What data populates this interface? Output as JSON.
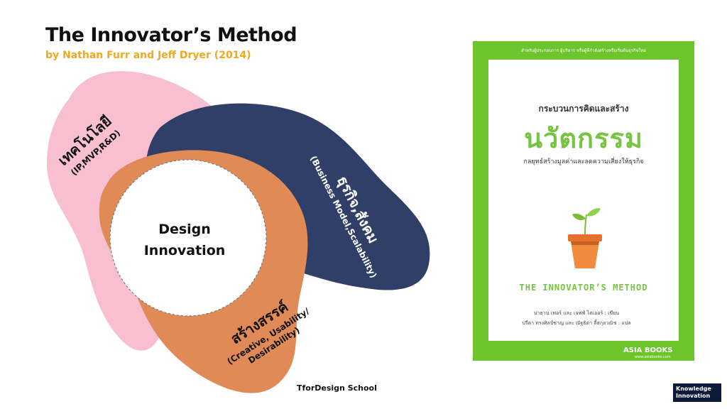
{
  "header": {
    "title": "The Innovator’s Method",
    "subtitle": "by Nathan Furr and Jeff Dryer (2014)"
  },
  "diagram": {
    "center": [
      "Design",
      "Innovation"
    ],
    "technology": {
      "label": "เทคโนโลยี",
      "sub": "(IP,MVP,R&D)"
    },
    "business": {
      "label": "ธุรกิจ,สังคม",
      "sub": "(Business Model,Scalability)"
    },
    "creative": {
      "label": "สร้างสรรค์",
      "sub1": "(Creative, Usability/",
      "sub2": "Desirability)"
    },
    "colors": {
      "technology": "#f7bfd0",
      "business": "#2f3f68",
      "creative": "#e08a58"
    }
  },
  "source": "TforDesign School",
  "book": {
    "top_blurb": "สำหรับผู้ประกอบการ ผู้บริหาร หรือผู้ที่กำลังสร้างหรือเริ่มต้นธุรกิจใหม่",
    "kicker": "กระบวนการคิดและสร้าง",
    "title": "นวัตกรรม",
    "tagline": "กลยุทธ์สร้างมูลค่าและลดความเสี่ยงให้ธุรกิจ",
    "english_title": "THE INNOVATOR’S METHOD",
    "credit_authors": "นาธาน เฟอร์ และ เจฟฟ์ ไดเออร์ : เขียน",
    "credit_translators": "ปรีดา ทรงศิลป์ชาญ และ ณัฐธิดา ลี้สกุลวณิช : แปล",
    "publisher": "ASIA BOOKS",
    "publisher_url": "www.asiabooks.com",
    "colors": {
      "cover": "#6ec42c",
      "title": "#76c442"
    }
  },
  "logo": {
    "line1": "Knowledge",
    "line2": "Innovation"
  }
}
